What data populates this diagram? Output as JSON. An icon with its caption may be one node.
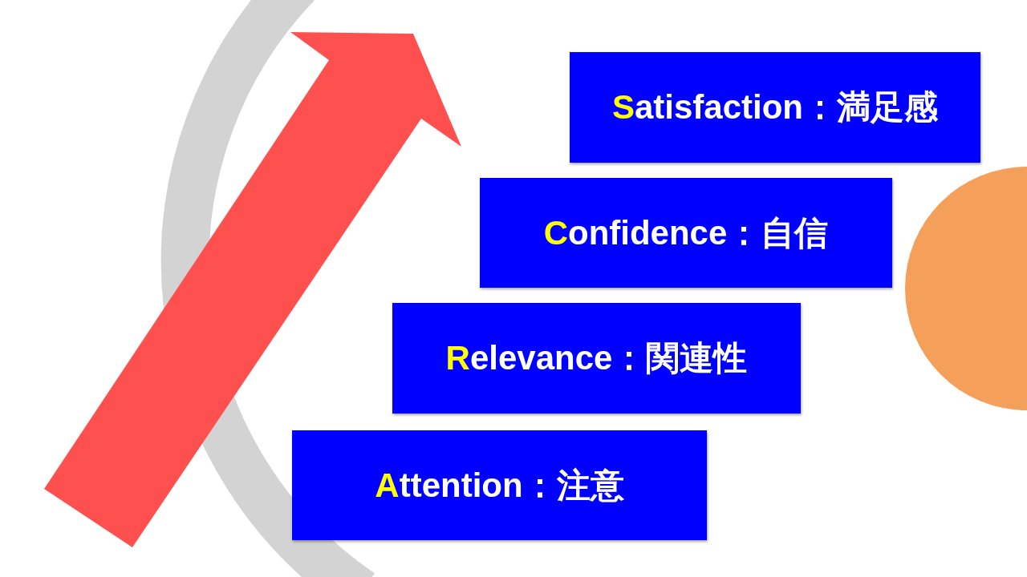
{
  "diagram": {
    "nodes": [
      {
        "text": [
          "Satisfaction：満足感"
        ]
      },
      {
        "text": [
          "Confidence：自信"
        ]
      },
      {
        "text": [
          "Relevance：関連性"
        ]
      },
      {
        "text": [
          "Attention：注意"
        ]
      }
    ]
  }
}
